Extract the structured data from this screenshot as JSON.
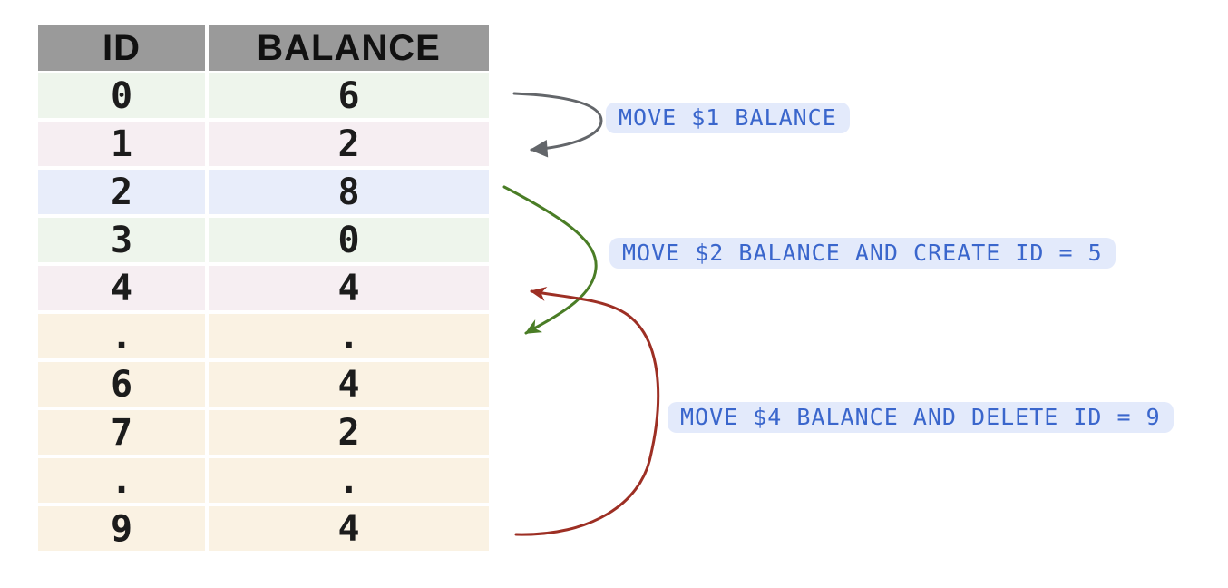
{
  "table": {
    "headers": [
      "ID",
      "BALANCE"
    ],
    "rows": [
      {
        "id": "0",
        "balance": "6",
        "tone": "green"
      },
      {
        "id": "1",
        "balance": "2",
        "tone": "pink"
      },
      {
        "id": "2",
        "balance": "8",
        "tone": "blue"
      },
      {
        "id": "3",
        "balance": "0",
        "tone": "green"
      },
      {
        "id": "4",
        "balance": "4",
        "tone": "pink"
      },
      {
        "id": ".",
        "balance": ".",
        "tone": "cream"
      },
      {
        "id": "6",
        "balance": "4",
        "tone": "cream"
      },
      {
        "id": "7",
        "balance": "2",
        "tone": "cream"
      },
      {
        "id": ".",
        "balance": ".",
        "tone": "cream"
      },
      {
        "id": "9",
        "balance": "4",
        "tone": "cream"
      }
    ]
  },
  "annotations": [
    {
      "label": "MOVE $1 BALANCE",
      "arrow_color_name": "gray",
      "from_row_id": "0",
      "to_row_id": "1"
    },
    {
      "label": "MOVE $2 BALANCE AND CREATE ID = 5",
      "arrow_color_name": "green",
      "from_row_id": "2",
      "to_row_id": "."
    },
    {
      "label": "MOVE $4 BALANCE AND DELETE ID = 9",
      "arrow_color_name": "red",
      "from_row_id": "9",
      "to_row_id": "4"
    }
  ],
  "colors": {
    "header_bg": "#9a9a9a",
    "cell_text": "#1c1c1c",
    "row_green": "#eef5ec",
    "row_pink": "#f6eef2",
    "row_blue": "#e8edfa",
    "row_cream": "#faf2e3",
    "label_bg": "#e3eafb",
    "label_text": "#3a66cc",
    "arrow_gray": "#63666a",
    "arrow_green": "#4a7d26",
    "arrow_red": "#9d2f24"
  }
}
